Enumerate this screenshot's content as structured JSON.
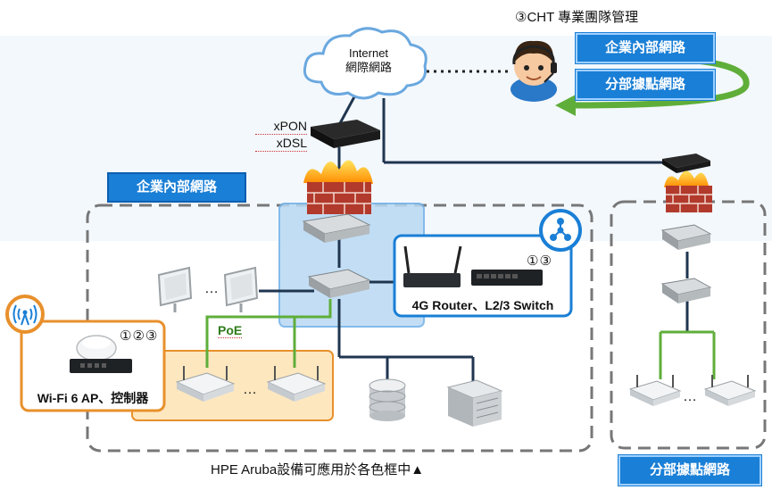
{
  "cht_label": "③CHT 專業團隊管理",
  "internet_cloud": {
    "line1": "Internet",
    "line2": "網際網路"
  },
  "modem_label": {
    "line1": "xPON",
    "line2": "xDSL"
  },
  "cht_tabs": {
    "enterprise": "企業內部網路",
    "branch": "分部據點網路"
  },
  "enterprise_header": "企業內部網路",
  "router_box": {
    "numbers": "①③",
    "label": "4G Router、L2/3 Switch"
  },
  "wifi_box": {
    "numbers": "①②③",
    "label": "Wi-Fi 6 AP、控制器"
  },
  "poe_label": "PoE",
  "ellipsis": "…",
  "footer_note": "HPE Aruba設備可應用於各色框中▲",
  "branch_footer": "分部據點網路",
  "colors": {
    "accent_blue": "#1a7fd6",
    "orange": "#e8902c",
    "green": "#5fae3a",
    "dash_gray": "#777777"
  }
}
